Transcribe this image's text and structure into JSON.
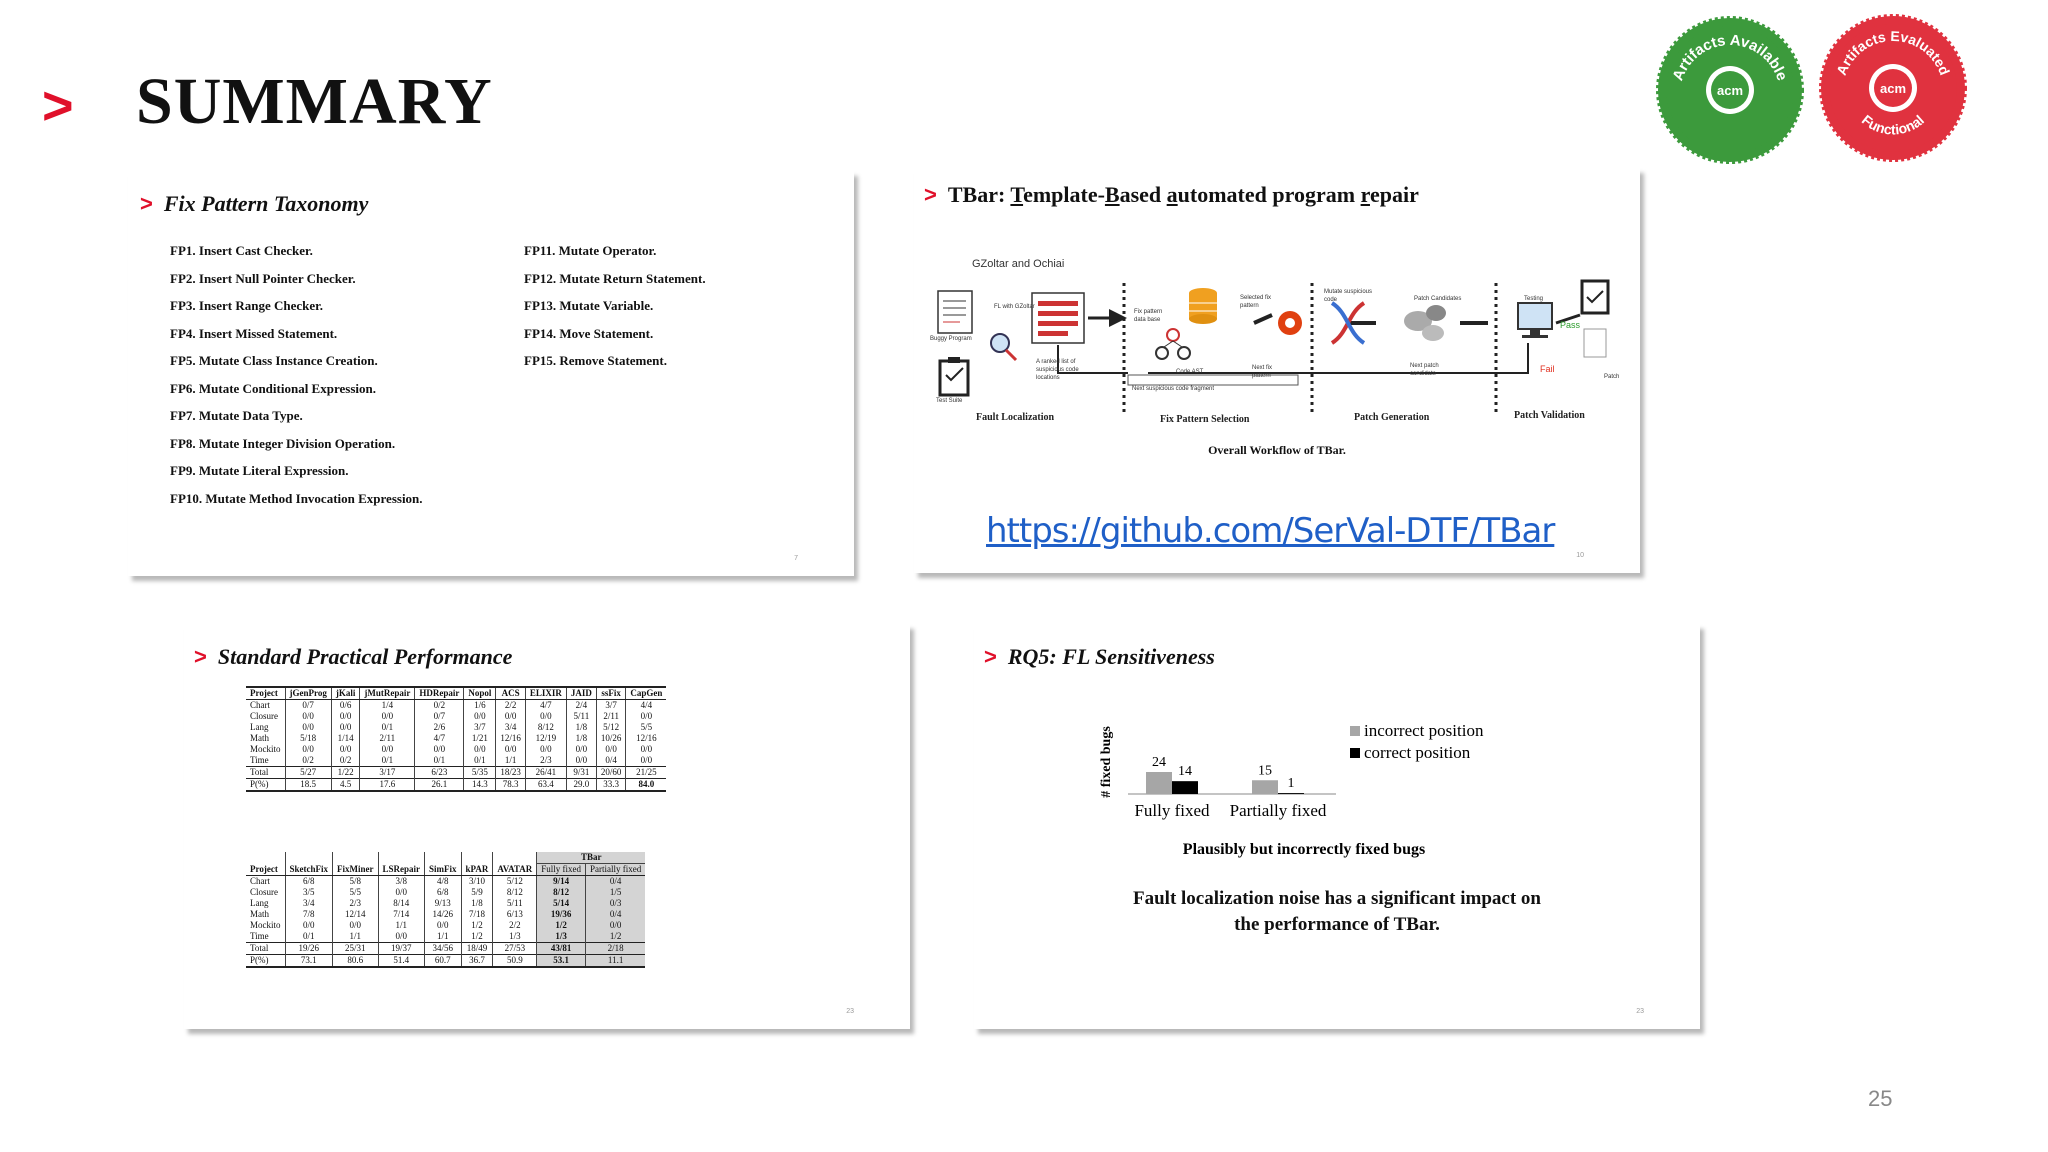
{
  "slide": {
    "title": "SUMMARY",
    "page_number": "25"
  },
  "badges": {
    "available": {
      "text": "Artifacts Available",
      "acm": "acm",
      "color": "#3c9a3c"
    },
    "evaluated": {
      "text_top": "Artifacts Evaluated",
      "text_bottom": "Functional",
      "acm": "acm",
      "color": "#e0323f"
    }
  },
  "panel1": {
    "title": "Fix Pattern Taxonomy",
    "left": [
      "FP1. Insert Cast Checker.",
      "FP2. Insert Null Pointer Checker.",
      "FP3. Insert Range Checker.",
      "FP4. Insert Missed Statement.",
      "FP5. Mutate Class Instance Creation.",
      "FP6. Mutate Conditional Expression.",
      "FP7. Mutate Data Type.",
      "FP8. Mutate Integer Division Operation.",
      "FP9. Mutate Literal Expression.",
      "FP10. Mutate Method Invocation Expression."
    ],
    "right": [
      "FP11. Mutate Operator.",
      "FP12. Mutate Return Statement.",
      "FP13. Mutate Variable.",
      "FP14. Move Statement.",
      "FP15. Remove Statement."
    ],
    "page": "7"
  },
  "panel2": {
    "title_parts": [
      "TBar: ",
      "T",
      "emplate-",
      "B",
      "ased ",
      "a",
      "utomated program ",
      "r",
      "epair"
    ],
    "gz_label": "GZoltar and Ochiai",
    "labels": {
      "buggy": "Buggy Program",
      "tests": "Test Suite",
      "fl": "FL with GZoltar",
      "ranked": "A ranked list of suspicious code locations",
      "fixpat": "Fix pattern data base",
      "ast": "Code AST",
      "select": "Selected fix pattern",
      "next_pattern": "Next fix pattern",
      "mutate": "Mutate suspicious code",
      "candidates": "Patch Candidates",
      "next_patch": "Next patch candidate",
      "testing": "Testing",
      "pass": "Pass",
      "fail": "Fail",
      "patch": "Patch",
      "next_loc": "Next suspicious code fragment"
    },
    "stages": [
      "Fault Localization",
      "Fix Pattern Selection",
      "Patch Generation",
      "Patch Validation"
    ],
    "caption": "Overall Workflow of TBar.",
    "link": "https://github.com/SerVal-DTF/TBar",
    "page": "10"
  },
  "panel3": {
    "title": "Standard Practical Performance",
    "table1": {
      "headers": [
        "Project",
        "jGenProg",
        "jKali",
        "jMutRepair",
        "HDRepair",
        "Nopol",
        "ACS",
        "ELIXIR",
        "JAID",
        "ssFix",
        "CapGen"
      ],
      "rows": [
        [
          "Chart",
          "0/7",
          "0/6",
          "1/4",
          "0/2",
          "1/6",
          "2/2",
          "4/7",
          "2/4",
          "3/7",
          "4/4"
        ],
        [
          "Closure",
          "0/0",
          "0/0",
          "0/0",
          "0/7",
          "0/0",
          "0/0",
          "0/0",
          "5/11",
          "2/11",
          "0/0"
        ],
        [
          "Lang",
          "0/0",
          "0/0",
          "0/1",
          "2/6",
          "3/7",
          "3/4",
          "8/12",
          "1/8",
          "5/12",
          "5/5"
        ],
        [
          "Math",
          "5/18",
          "1/14",
          "2/11",
          "4/7",
          "1/21",
          "12/16",
          "12/19",
          "1/8",
          "10/26",
          "12/16"
        ],
        [
          "Mockito",
          "0/0",
          "0/0",
          "0/0",
          "0/0",
          "0/0",
          "0/0",
          "0/0",
          "0/0",
          "0/0",
          "0/0"
        ],
        [
          "Time",
          "0/2",
          "0/2",
          "0/1",
          "0/1",
          "0/1",
          "1/1",
          "2/3",
          "0/0",
          "0/4",
          "0/0"
        ]
      ],
      "total": [
        "Total",
        "5/27",
        "1/22",
        "3/17",
        "6/23",
        "5/35",
        "18/23",
        "26/41",
        "9/31",
        "20/60",
        "21/25"
      ],
      "p": [
        "P(%)",
        "18.5",
        "4.5",
        "17.6",
        "26.1",
        "14.3",
        "78.3",
        "63.4",
        "29.0",
        "33.3",
        "84.0"
      ]
    },
    "table2": {
      "tbar_header": "TBar",
      "headers": [
        "Project",
        "SketchFix",
        "FixMiner",
        "LSRepair",
        "SimFix",
        "kPAR",
        "AVATAR",
        "Fully fixed",
        "Partially fixed"
      ],
      "rows": [
        [
          "Chart",
          "6/8",
          "5/8",
          "3/8",
          "4/8",
          "3/10",
          "5/12",
          "9/14",
          "0/4"
        ],
        [
          "Closure",
          "3/5",
          "5/5",
          "0/0",
          "6/8",
          "5/9",
          "8/12",
          "8/12",
          "1/5"
        ],
        [
          "Lang",
          "3/4",
          "2/3",
          "8/14",
          "9/13",
          "1/8",
          "5/11",
          "5/14",
          "0/3"
        ],
        [
          "Math",
          "7/8",
          "12/14",
          "7/14",
          "14/26",
          "7/18",
          "6/13",
          "19/36",
          "0/4"
        ],
        [
          "Mockito",
          "0/0",
          "0/0",
          "1/1",
          "0/0",
          "1/2",
          "2/2",
          "1/2",
          "0/0"
        ],
        [
          "Time",
          "0/1",
          "1/1",
          "0/0",
          "1/1",
          "1/2",
          "1/3",
          "1/3",
          "1/2"
        ]
      ],
      "total": [
        "Total",
        "19/26",
        "25/31",
        "19/37",
        "34/56",
        "18/49",
        "27/53",
        "43/81",
        "2/18"
      ],
      "p": [
        "P(%)",
        "73.1",
        "80.6",
        "51.4",
        "60.7",
        "36.7",
        "50.9",
        "53.1",
        "11.1"
      ]
    },
    "page": "23"
  },
  "panel4": {
    "title": "RQ5: FL Sensitiveness",
    "chart_data": {
      "type": "bar",
      "categories": [
        "Fully fixed",
        "Partially fixed"
      ],
      "series": [
        {
          "name": "incorrect position",
          "values": [
            24,
            15
          ],
          "color": "#a6a6a6"
        },
        {
          "name": "correct position",
          "values": [
            14,
            1
          ],
          "color": "#000000"
        }
      ],
      "ylabel": "# fixed bugs",
      "xlabel": "Plausibly but incorrectly fixed bugs",
      "legend": "right"
    },
    "conclusion_line1": "Fault localization noise has a significant impact on",
    "conclusion_line2": "the performance of TBar.",
    "page": "23"
  }
}
